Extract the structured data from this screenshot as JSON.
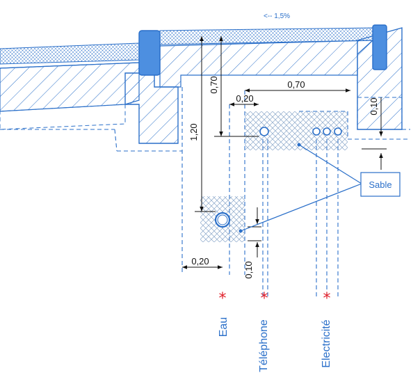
{
  "slope_label": "<-- 1,5%",
  "dimensions": {
    "d_070_vertical": "0,70",
    "d_120_vertical": "1,20",
    "d_070_horizontal": "0,70",
    "d_020_top": "0,20",
    "d_010_right": "0,10",
    "d_020_bottom": "0,20",
    "d_010_bottom": "0,10"
  },
  "callout": {
    "label": "Sable"
  },
  "networks": [
    "Eau",
    "Téléphone",
    "Electricité"
  ],
  "colors": {
    "line": "#2a6fc9",
    "fill_light": "#d6e4f7",
    "fill_mid": "#4d8fe0",
    "marker": "#e0202a",
    "dimension": "#111111"
  }
}
